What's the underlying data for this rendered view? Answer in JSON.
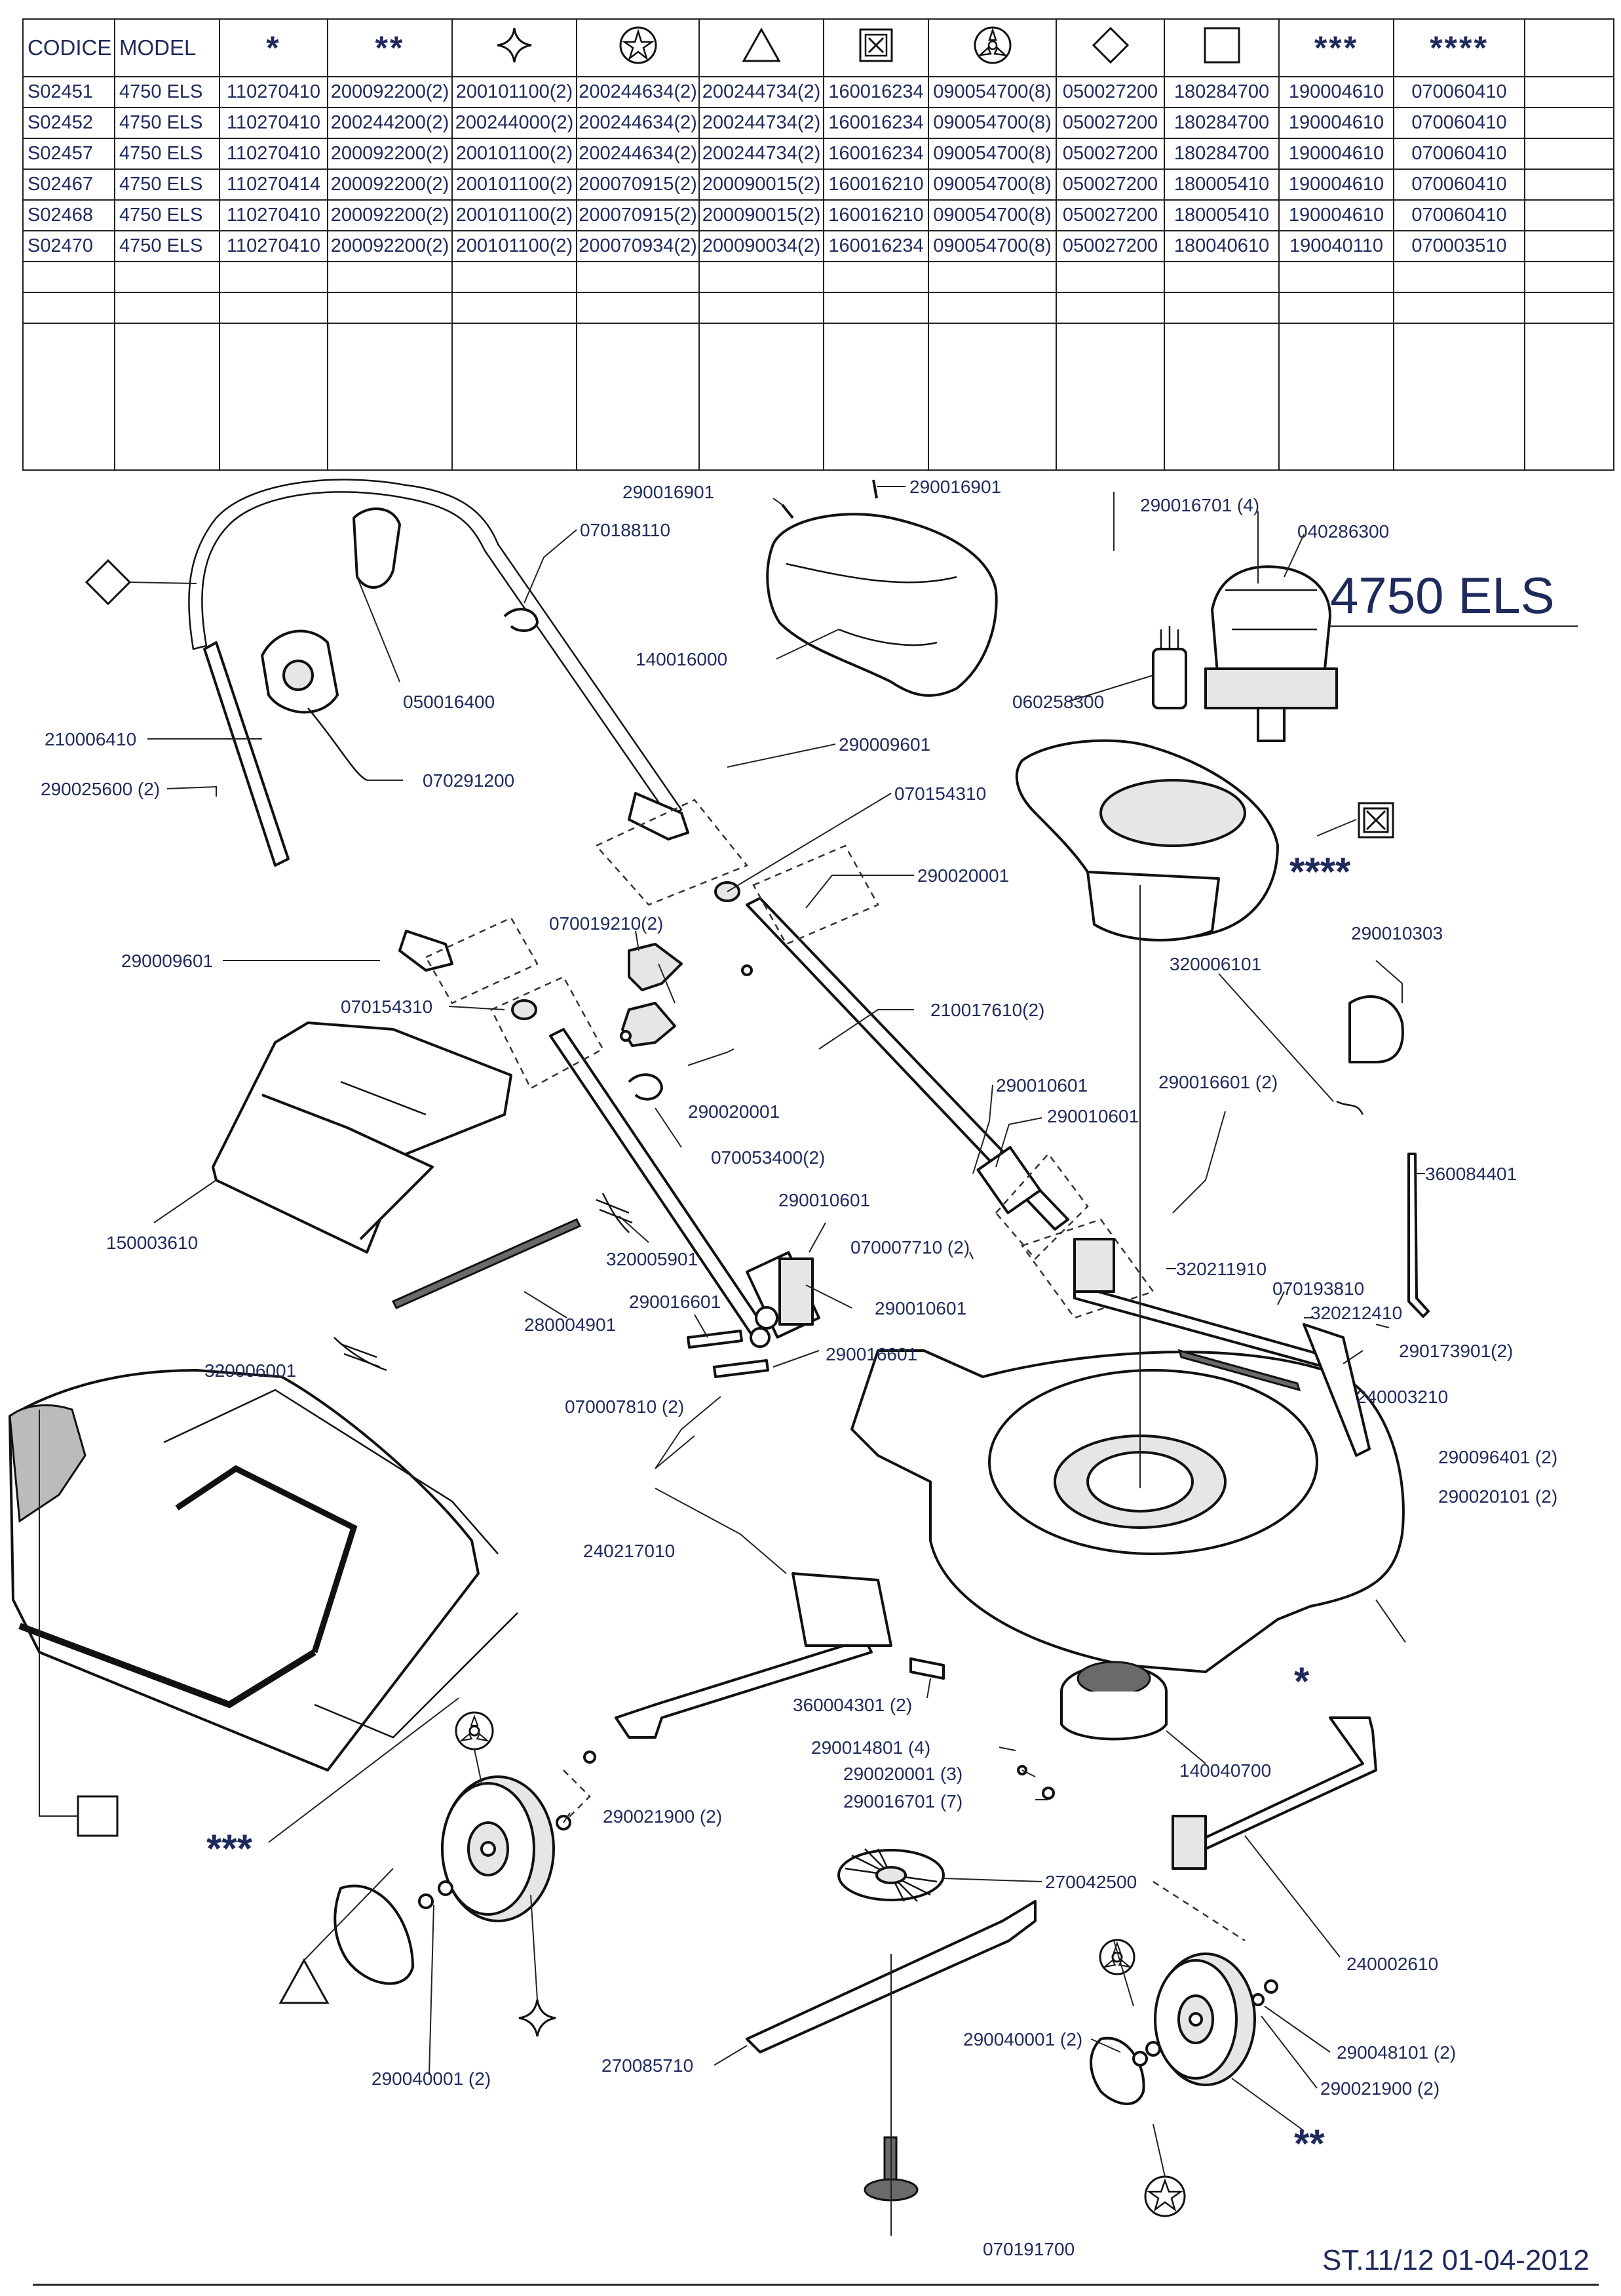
{
  "table": {
    "header_codice": "CODICE",
    "header_model": "MODEL",
    "header_star1": "*",
    "header_star2": "**",
    "header_star3": "***",
    "header_star4": "****",
    "symbol_icons": [
      "four-point-star-icon",
      "star-circle-icon",
      "triangle-icon",
      "x-box-icon",
      "hub-cap-icon",
      "diamond-icon",
      "square-icon"
    ],
    "rows": [
      {
        "codice": "S02451",
        "model": "4750 ELS",
        "c1": "110270410",
        "c2": "200092200(2)",
        "c3": "200101100(2)",
        "c4": "200244634(2)",
        "c5": "200244734(2)",
        "c6": "160016234",
        "c7": "090054700(8)",
        "c8": "050027200",
        "c9": "180284700",
        "c10": "190004610",
        "c11": "070060410"
      },
      {
        "codice": "S02452",
        "model": "4750 ELS",
        "c1": "110270410",
        "c2": "200244200(2)",
        "c3": "200244000(2)",
        "c4": "200244634(2)",
        "c5": "200244734(2)",
        "c6": "160016234",
        "c7": "090054700(8)",
        "c8": "050027200",
        "c9": "180284700",
        "c10": "190004610",
        "c11": "070060410"
      },
      {
        "codice": "S02457",
        "model": "4750 ELS",
        "c1": "110270410",
        "c2": "200092200(2)",
        "c3": "200101100(2)",
        "c4": "200244634(2)",
        "c5": "200244734(2)",
        "c6": "160016234",
        "c7": "090054700(8)",
        "c8": "050027200",
        "c9": "180284700",
        "c10": "190004610",
        "c11": "070060410"
      },
      {
        "codice": "S02467",
        "model": "4750 ELS",
        "c1": "110270414",
        "c2": "200092200(2)",
        "c3": "200101100(2)",
        "c4": "200070915(2)",
        "c5": "200090015(2)",
        "c6": "160016210",
        "c7": "090054700(8)",
        "c8": "050027200",
        "c9": "180005410",
        "c10": "190004610",
        "c11": "070060410"
      },
      {
        "codice": "S02468",
        "model": "4750 ELS",
        "c1": "110270410",
        "c2": "200092200(2)",
        "c3": "200101100(2)",
        "c4": "200070915(2)",
        "c5": "200090015(2)",
        "c6": "160016210",
        "c7": "090054700(8)",
        "c8": "050027200",
        "c9": "180005410",
        "c10": "190004610",
        "c11": "070060410"
      },
      {
        "codice": "S02470",
        "model": "4750 ELS",
        "c1": "110270410",
        "c2": "200092200(2)",
        "c3": "200101100(2)",
        "c4": "200070934(2)",
        "c5": "200090034(2)",
        "c6": "160016234",
        "c7": "090054700(8)",
        "c8": "050027200",
        "c9": "180040610",
        "c10": "190040110",
        "c11": "070003510"
      }
    ]
  },
  "diagram": {
    "model_title": "4750 ELS",
    "footer_ref": "ST.11/12  01-04-2012",
    "markers": {
      "star1": "*",
      "star2": "**",
      "star3": "***",
      "star4": "****"
    },
    "callouts": {
      "c290016901a": "290016901",
      "c290016901b": "290016901",
      "c290016701_4": "290016701 (4)",
      "c040286300": "040286300",
      "c070188110": "070188110",
      "c140016000": "140016000",
      "c060258300": "060258300",
      "c050016400": "050016400",
      "c210006410": "210006410",
      "c290025600": "290025600 (2)",
      "c070291200": "070291200",
      "c290009601a": "290009601",
      "c070154310a": "070154310",
      "c290020001a": "290020001",
      "c290010303": "290010303",
      "c290009601b": "290009601",
      "c070019210": "070019210(2)",
      "c320006101": "320006101",
      "c070154310b": "070154310",
      "c210017610": "210017610(2)",
      "c290020001b": "290020001",
      "c290010601a": "290010601",
      "c290016601_2": "290016601 (2)",
      "c290010601b": "290010601",
      "c070053400": "070053400(2)",
      "c360084401": "360084401",
      "c150003610": "150003610",
      "c290010601c": "290010601",
      "c070007710": "070007710 (2)",
      "c320005901": "320005901",
      "c320211910": "320211910",
      "c070193810": "070193810",
      "c290016601a": "290016601",
      "c290010601d": "290010601",
      "c320212410": "320212410",
      "c280004901": "280004901",
      "c290016601b": "290016601",
      "c290173901": "290173901(2)",
      "c320006001": "320006001",
      "c070007810": "070007810 (2)",
      "c240003210": "240003210",
      "c290096401": "290096401 (2)",
      "c290020101": "290020101 (2)",
      "c240217010": "240217010",
      "c360004301": "360004301 (2)",
      "c140040700": "140040700",
      "c290014801": "290014801 (4)",
      "c290020001_3": "290020001 (3)",
      "c290016701_7": "290016701 (7)",
      "c290021900a": "290021900 (2)",
      "c270042500": "270042500",
      "c240002610": "240002610",
      "c290040001a": "290040001 (2)",
      "c290048101": "290048101 (2)",
      "c290021900b": "290021900 (2)",
      "c270085710": "270085710",
      "c290040001b": "290040001 (2)",
      "c070191700": "070191700"
    }
  }
}
